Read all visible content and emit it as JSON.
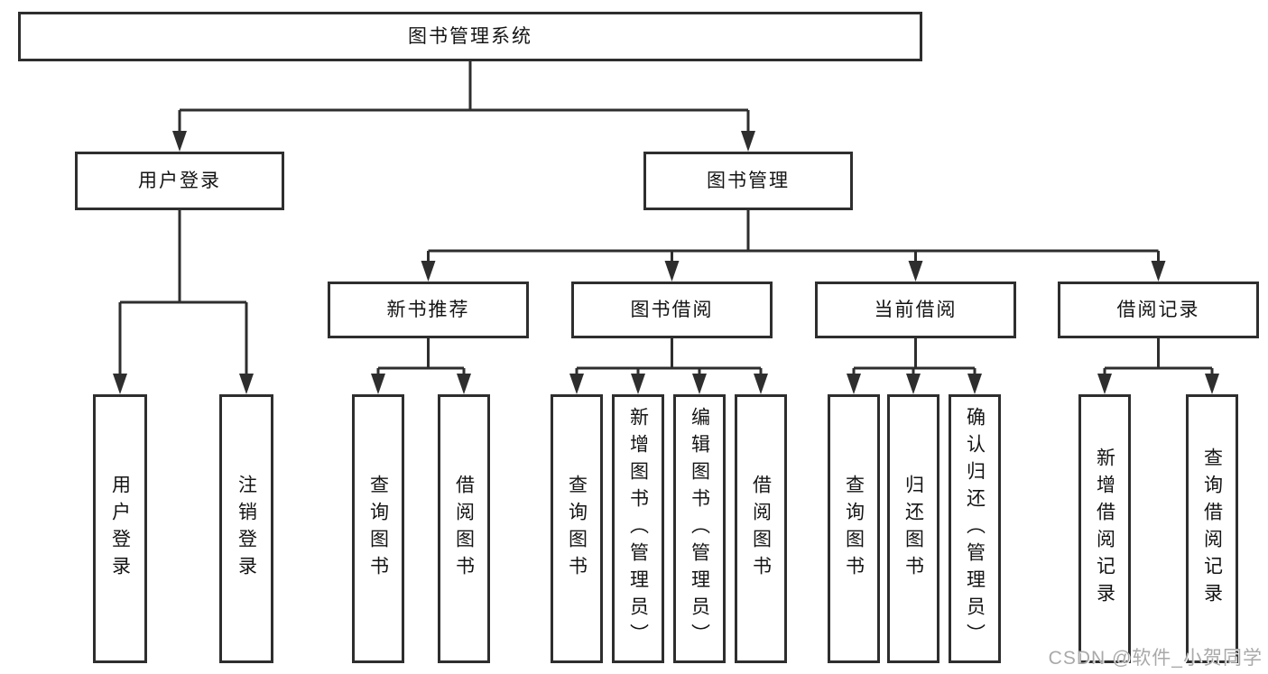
{
  "colors": {
    "line": "#2e2e2e",
    "box_border": "#2e2e2e",
    "box_fill": "#ffffff",
    "text": "#141414",
    "watermark": "#a9a9a9",
    "background": "#ffffff"
  },
  "watermark": "CSDN @软件_小贺同学",
  "tree": {
    "root": "图书管理系统",
    "children": [
      {
        "label": "用户登录",
        "children": [
          "用户登录",
          "注销登录"
        ]
      },
      {
        "label": "图书管理",
        "children": [
          {
            "label": "新书推荐",
            "children": [
              "查询图书",
              "借阅图书"
            ]
          },
          {
            "label": "图书借阅",
            "children": [
              "查询图书",
              "新增图书（管理员）",
              "编辑图书（管理员）",
              "借阅图书"
            ]
          },
          {
            "label": "当前借阅",
            "children": [
              "查询图书",
              "归还图书",
              "确认归还（管理员）"
            ]
          },
          {
            "label": "借阅记录",
            "children": [
              "新增借阅记录",
              "查询借阅记录"
            ]
          }
        ]
      }
    ]
  }
}
